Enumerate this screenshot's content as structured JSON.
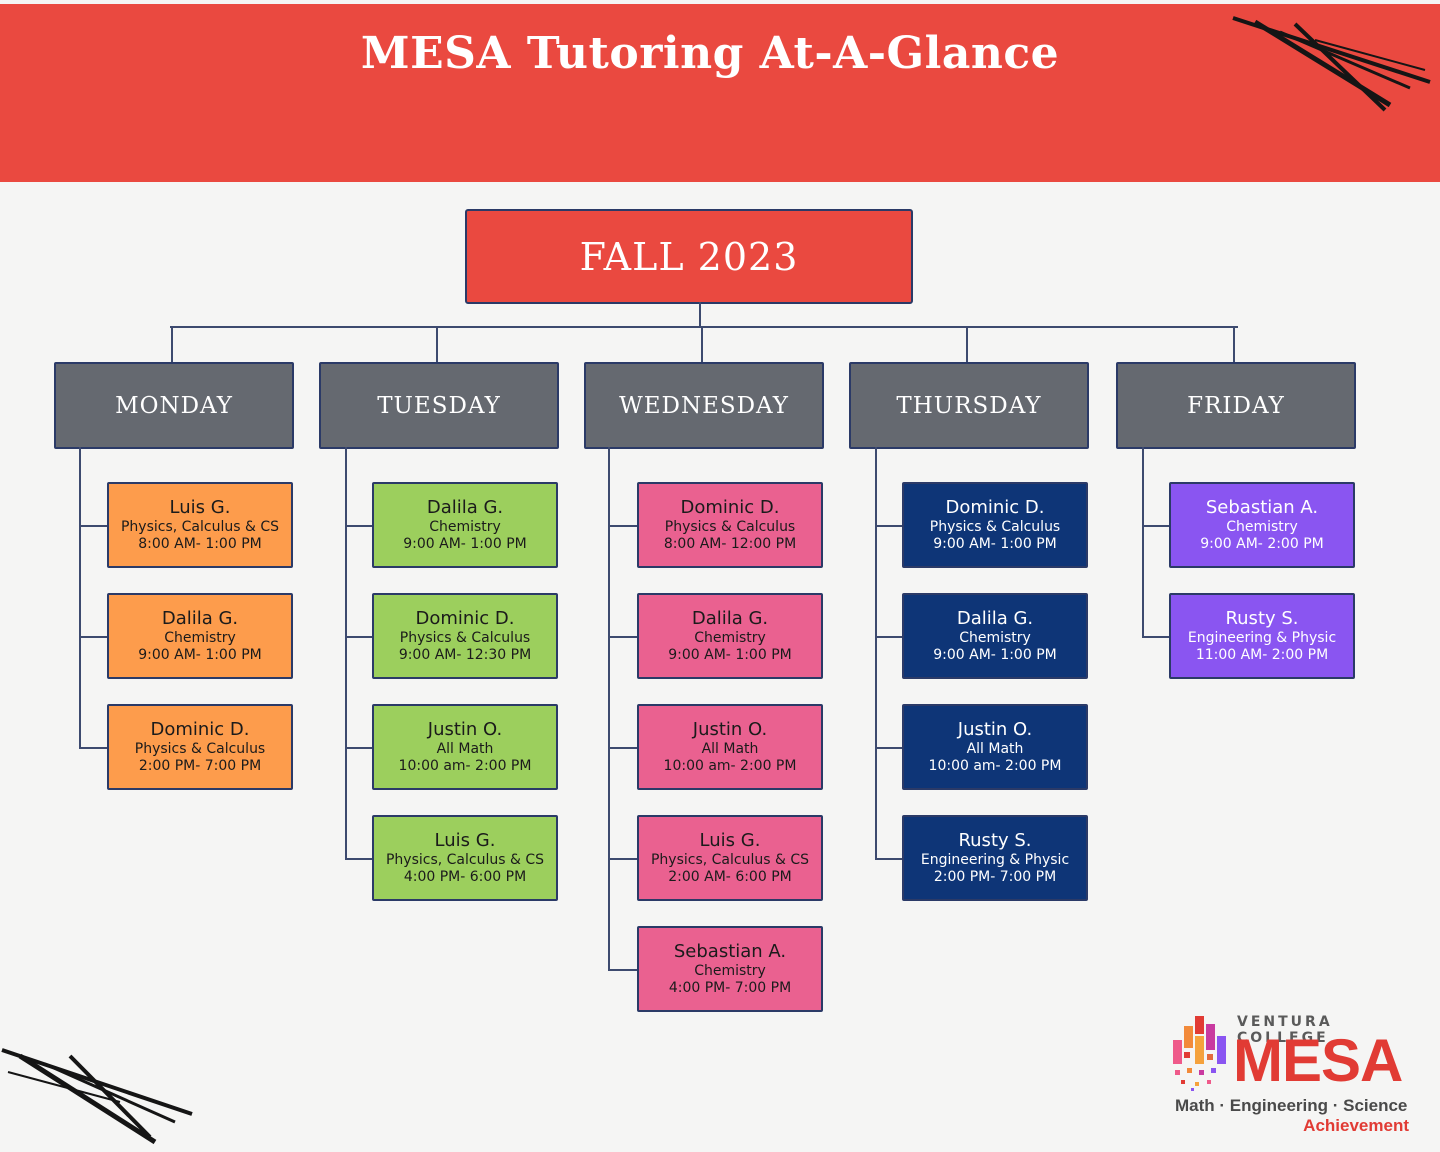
{
  "header": {
    "title": "MESA Tutoring At-A-Glance"
  },
  "term": "FALL 2023",
  "days": [
    {
      "name": "MONDAY",
      "color": "#fd9c4c",
      "slots": [
        {
          "tutor": "Luis G.",
          "subjects": "Physics, Calculus & CS",
          "time": "8:00 AM- 1:00 PM"
        },
        {
          "tutor": "Dalila G.",
          "subjects": "Chemistry",
          "time": "9:00 AM- 1:00 PM"
        },
        {
          "tutor": "Dominic D.",
          "subjects": "Physics & Calculus",
          "time": "2:00 PM- 7:00 PM"
        }
      ]
    },
    {
      "name": "TUESDAY",
      "color": "#9ccf5d",
      "slots": [
        {
          "tutor": "Dalila G.",
          "subjects": "Chemistry",
          "time": "9:00 AM- 1:00 PM"
        },
        {
          "tutor": "Dominic D.",
          "subjects": "Physics & Calculus",
          "time": "9:00 AM- 12:30 PM"
        },
        {
          "tutor": "Justin O.",
          "subjects": "All Math",
          "time": "10:00 am- 2:00 PM"
        },
        {
          "tutor": "Luis G.",
          "subjects": "Physics, Calculus & CS",
          "time": "4:00 PM- 6:00 PM"
        }
      ]
    },
    {
      "name": "WEDNESDAY",
      "color": "#ea6190",
      "slots": [
        {
          "tutor": "Dominic D.",
          "subjects": "Physics & Calculus",
          "time": "8:00 AM- 12:00 PM"
        },
        {
          "tutor": "Dalila G.",
          "subjects": "Chemistry",
          "time": "9:00 AM- 1:00 PM"
        },
        {
          "tutor": "Justin O.",
          "subjects": "All Math",
          "time": "10:00 am- 2:00 PM"
        },
        {
          "tutor": "Luis G.",
          "subjects": "Physics, Calculus & CS",
          "time": "2:00 AM- 6:00 PM"
        },
        {
          "tutor": "Sebastian A.",
          "subjects": "Chemistry",
          "time": "4:00 PM- 7:00 PM"
        }
      ]
    },
    {
      "name": "THURSDAY",
      "color": "#0e3577",
      "slots": [
        {
          "tutor": "Dominic D.",
          "subjects": "Physics & Calculus",
          "time": "9:00 AM- 1:00 PM"
        },
        {
          "tutor": "Dalila G.",
          "subjects": "Chemistry",
          "time": "9:00 AM- 1:00 PM"
        },
        {
          "tutor": "Justin O.",
          "subjects": "All Math",
          "time": "10:00 am- 2:00 PM"
        },
        {
          "tutor": "Rusty S.",
          "subjects": "Engineering & Physic",
          "time": "2:00 PM- 7:00 PM"
        }
      ]
    },
    {
      "name": "FRIDAY",
      "color": "#8a55f1",
      "slots": [
        {
          "tutor": "Sebastian A.",
          "subjects": "Chemistry",
          "time": "9:00 AM- 2:00 PM"
        },
        {
          "tutor": "Rusty S.",
          "subjects": "Engineering & Physic",
          "time": "11:00 AM- 2:00 PM"
        }
      ]
    }
  ],
  "logo": {
    "college": "VENTURA COLLEGE",
    "name": "MESA",
    "tagline": "Math · Engineering · Science",
    "tagline2": "Achievement",
    "color": "#e13b34"
  }
}
